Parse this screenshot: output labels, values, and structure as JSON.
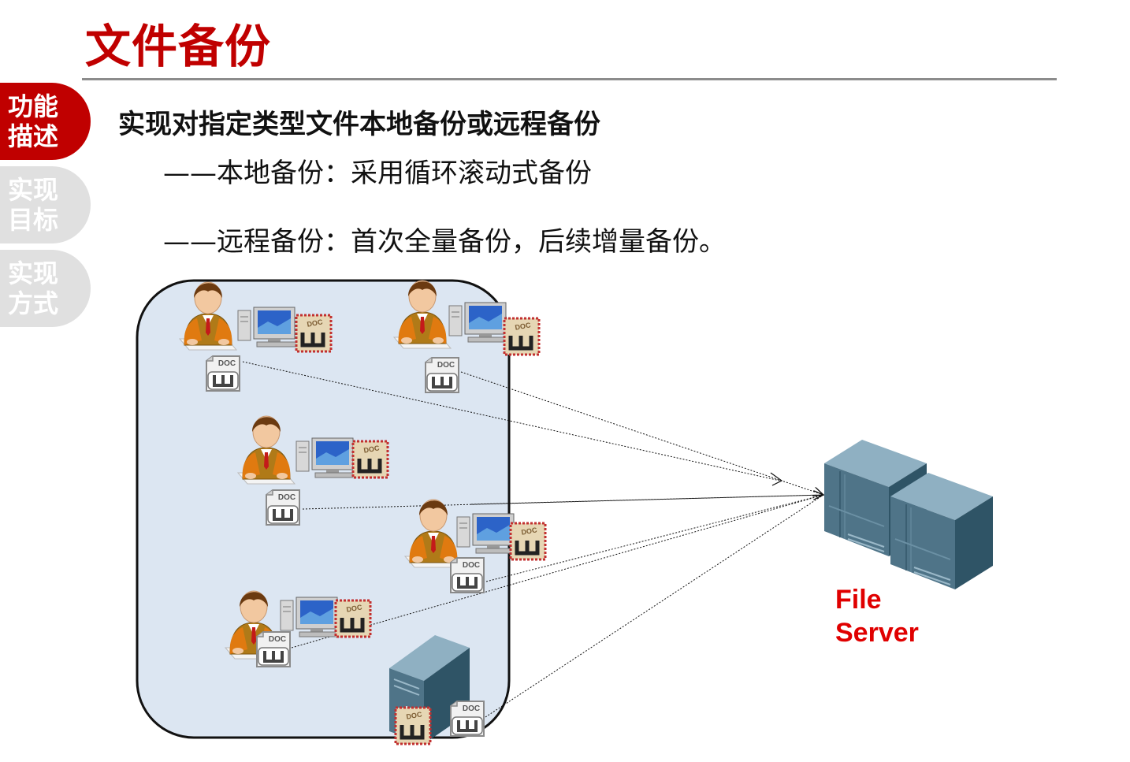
{
  "slide": {
    "title": "文件备份",
    "tabs": [
      {
        "label": "功能描述",
        "active": true
      },
      {
        "label": "实现目标",
        "active": false
      },
      {
        "label": "实现方式",
        "active": false
      }
    ],
    "heading": "实现对指定类型文件本地备份或远程备份",
    "bullets": [
      "——本地备份：采用循环滚动式备份",
      "——远程备份：首次全量备份，后续增量备份。"
    ]
  },
  "diagram": {
    "doc_icon_label": "DOC",
    "server_label_line1": "File",
    "server_label_line2": "Server",
    "colors": {
      "accent": "#c00000",
      "group_fill": "#dce6f2",
      "server": "#5a7f93",
      "server_label": "#e00000"
    }
  }
}
